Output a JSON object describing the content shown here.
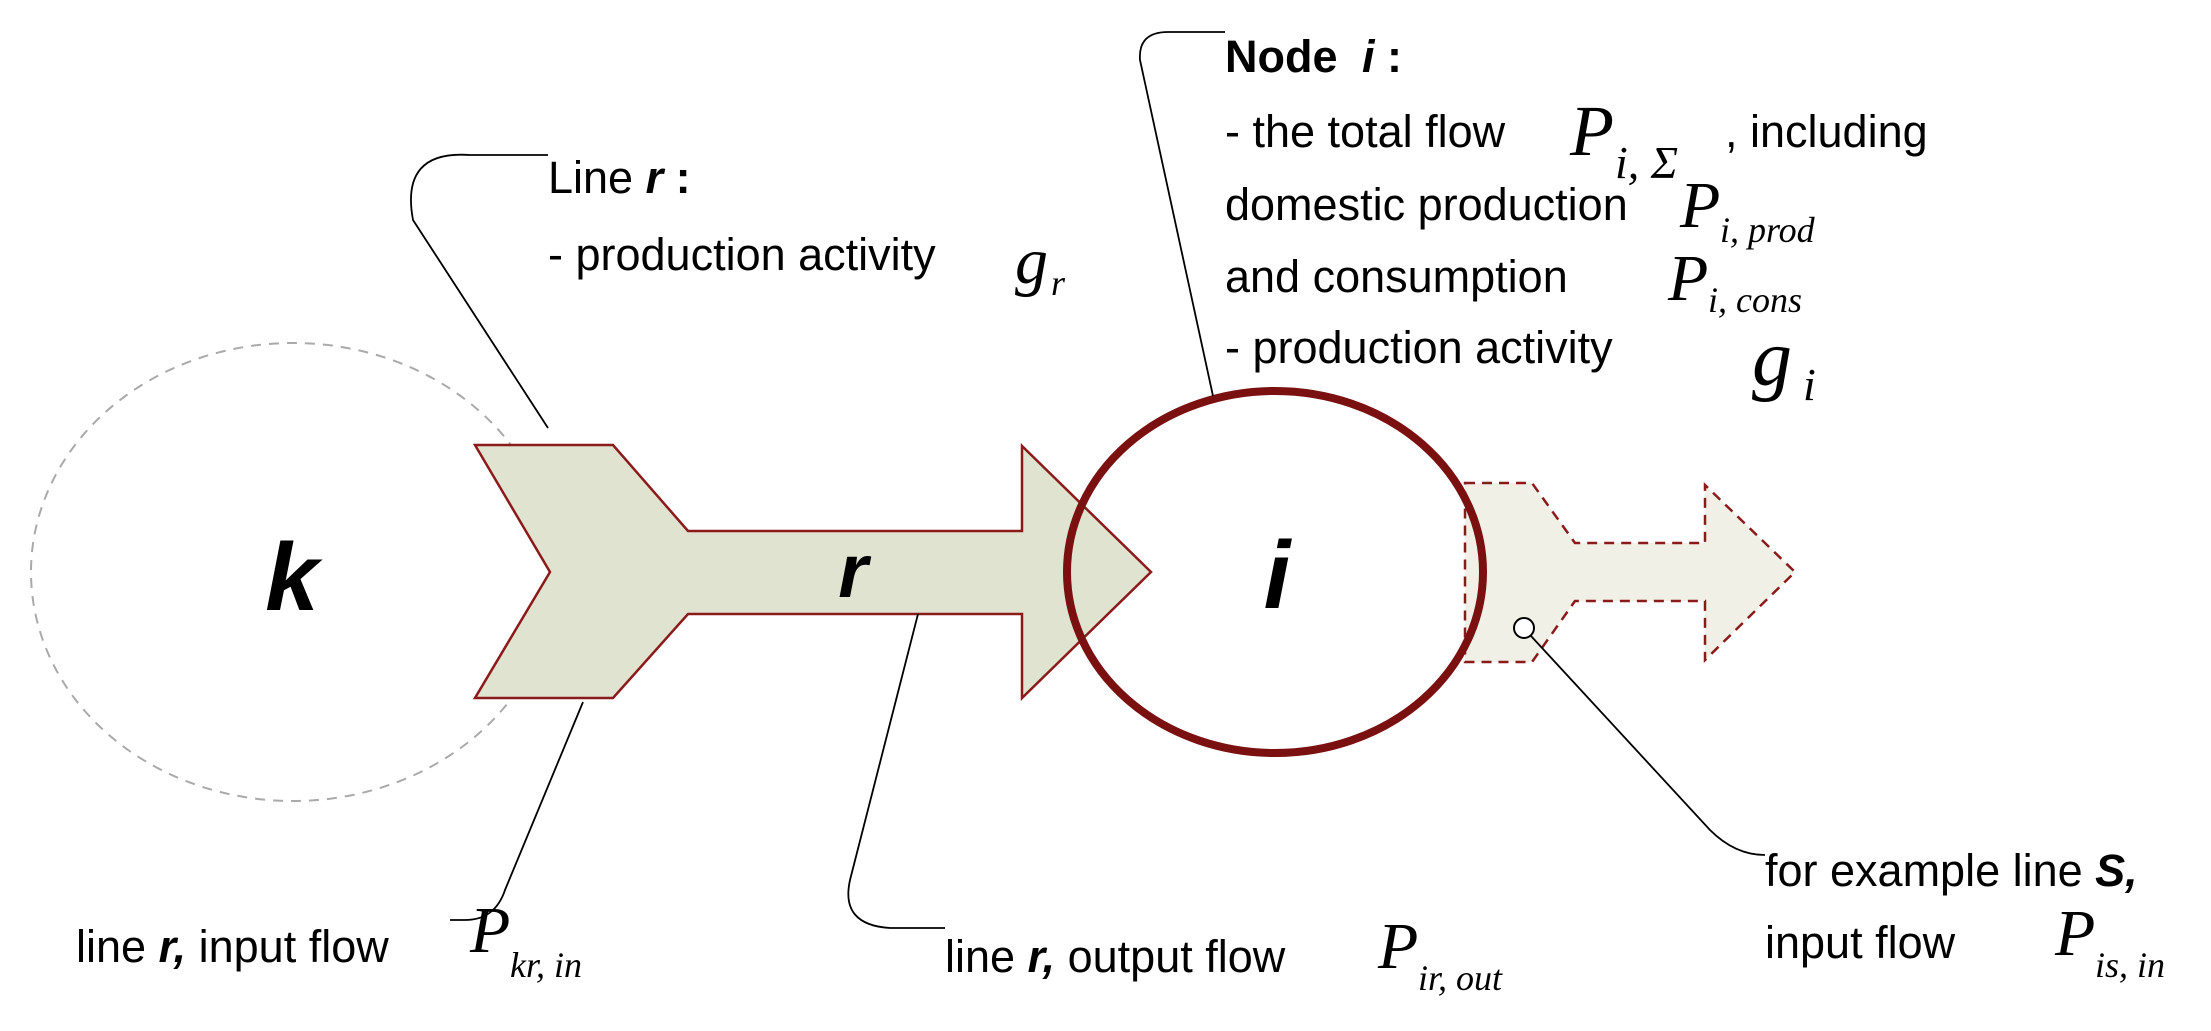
{
  "colors": {
    "arrow_fill": "#dfe3cf",
    "arrow_stroke": "#8b1a1a",
    "ghost_arrow_fill": "#f0f0e6",
    "node_stroke": "#7a1010",
    "dashed_circle": "#aaaaaa",
    "leader": "#000000"
  },
  "diagram": {
    "node_k": "k",
    "arrow_r": "r",
    "node_i": "i",
    "line_r_label": {
      "title_prefix": "Line ",
      "title_var": "r",
      "title_suffix": " :",
      "line1_text": "- production activity ",
      "line1_sym": "g",
      "line1_sub": "r"
    },
    "node_i_label": {
      "title_prefix": "Node ",
      "title_var": "i",
      "title_suffix": " :",
      "line1_text": "- the total flow ",
      "line1_sym": "P",
      "line1_sub": "i, Σ",
      "line1_after": ", including",
      "line2_text": "domestic production ",
      "line2_sym": "P",
      "line2_sub": "i, prod",
      "line3_text": "and consumption ",
      "line3_sym": "P",
      "line3_sub": "i, cons",
      "line4_text": "- production activity ",
      "line4_sym": "g",
      "line4_sub": "i"
    },
    "input_flow_label": {
      "prefix": "line ",
      "var": "r,",
      "text": " input flow ",
      "sym": "P",
      "sub": "kr, in"
    },
    "output_flow_label": {
      "prefix": "line ",
      "var": "r,",
      "text": " output flow ",
      "sym": "P",
      "sub": "ir, out"
    },
    "example_label": {
      "line1_prefix": "for example line ",
      "line1_var": "S,",
      "line2_text": "input flow ",
      "sym": "P",
      "sub": "is, in"
    }
  }
}
